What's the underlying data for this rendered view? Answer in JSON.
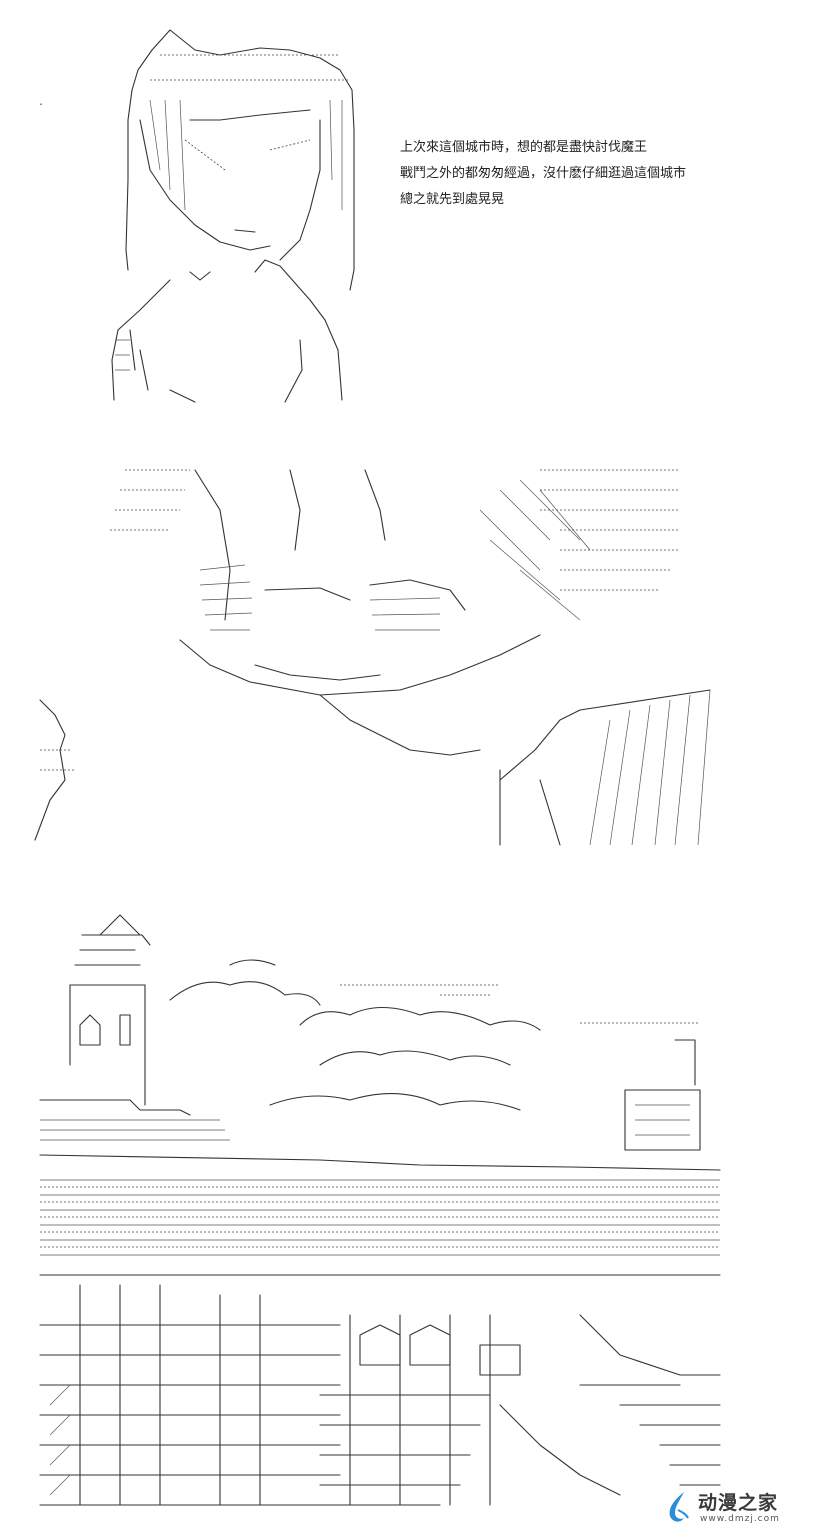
{
  "narration": {
    "line1": "上次來這個城市時，想的都是盡快討伐魔王",
    "line2": "戰鬥之外的都匆匆經過，沒什麽仔細逛過這個城市",
    "line3": "總之就先到處晃晃"
  },
  "watermark": {
    "site_name": "动漫之家",
    "url": "www.dmzj.com",
    "logo_icon": "brush-stroke-logo"
  },
  "panels": [
    {
      "name": "character-portrait-panel",
      "icon": "ascii-art-character-walking"
    },
    {
      "name": "character-closeup-panel",
      "icon": "ascii-art-smiling-face"
    },
    {
      "name": "town-scenery-panel",
      "icon": "ascii-art-town-rooftops"
    }
  ],
  "colors": {
    "line_art": "#333333",
    "background": "#ffffff",
    "logo_accent": "#2a8fd8"
  }
}
